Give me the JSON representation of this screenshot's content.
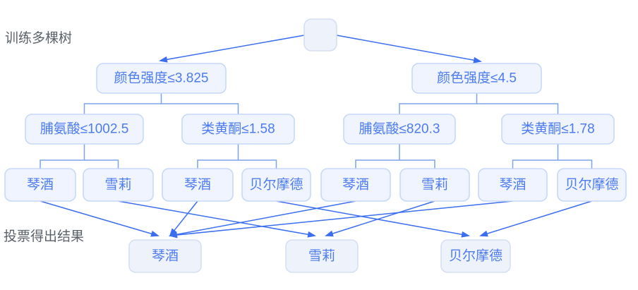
{
  "labels": {
    "train": "训练多棵树",
    "vote": "投票得出结果"
  },
  "tree": {
    "root_label": "",
    "tree1": {
      "split1": "颜色强度≤3.825",
      "split2a": "脯氨酸≤1002.5",
      "split2b": "类黄酮≤1.58",
      "leaves": [
        "琴酒",
        "雪莉",
        "琴酒",
        "贝尔摩德"
      ]
    },
    "tree2": {
      "split1": "颜色强度≤4.5",
      "split2a": "脯氨酸≤820.3",
      "split2b": "类黄酮≤1.78",
      "leaves": [
        "琴酒",
        "雪莉",
        "琴酒",
        "贝尔摩德"
      ]
    }
  },
  "results": [
    "琴酒",
    "雪莉",
    "贝尔摩德"
  ],
  "colors": {
    "line": "#3b6ff0",
    "elbow": "#7da3ec",
    "node-text": "#4c7bf2",
    "node-fill": "#eff4fe",
    "node-border": "#c7d8f8",
    "soft-fill": "#eef2fb",
    "soft-border": "#d6dff2",
    "label": "#5b6168",
    "bg": "#ffffff"
  }
}
